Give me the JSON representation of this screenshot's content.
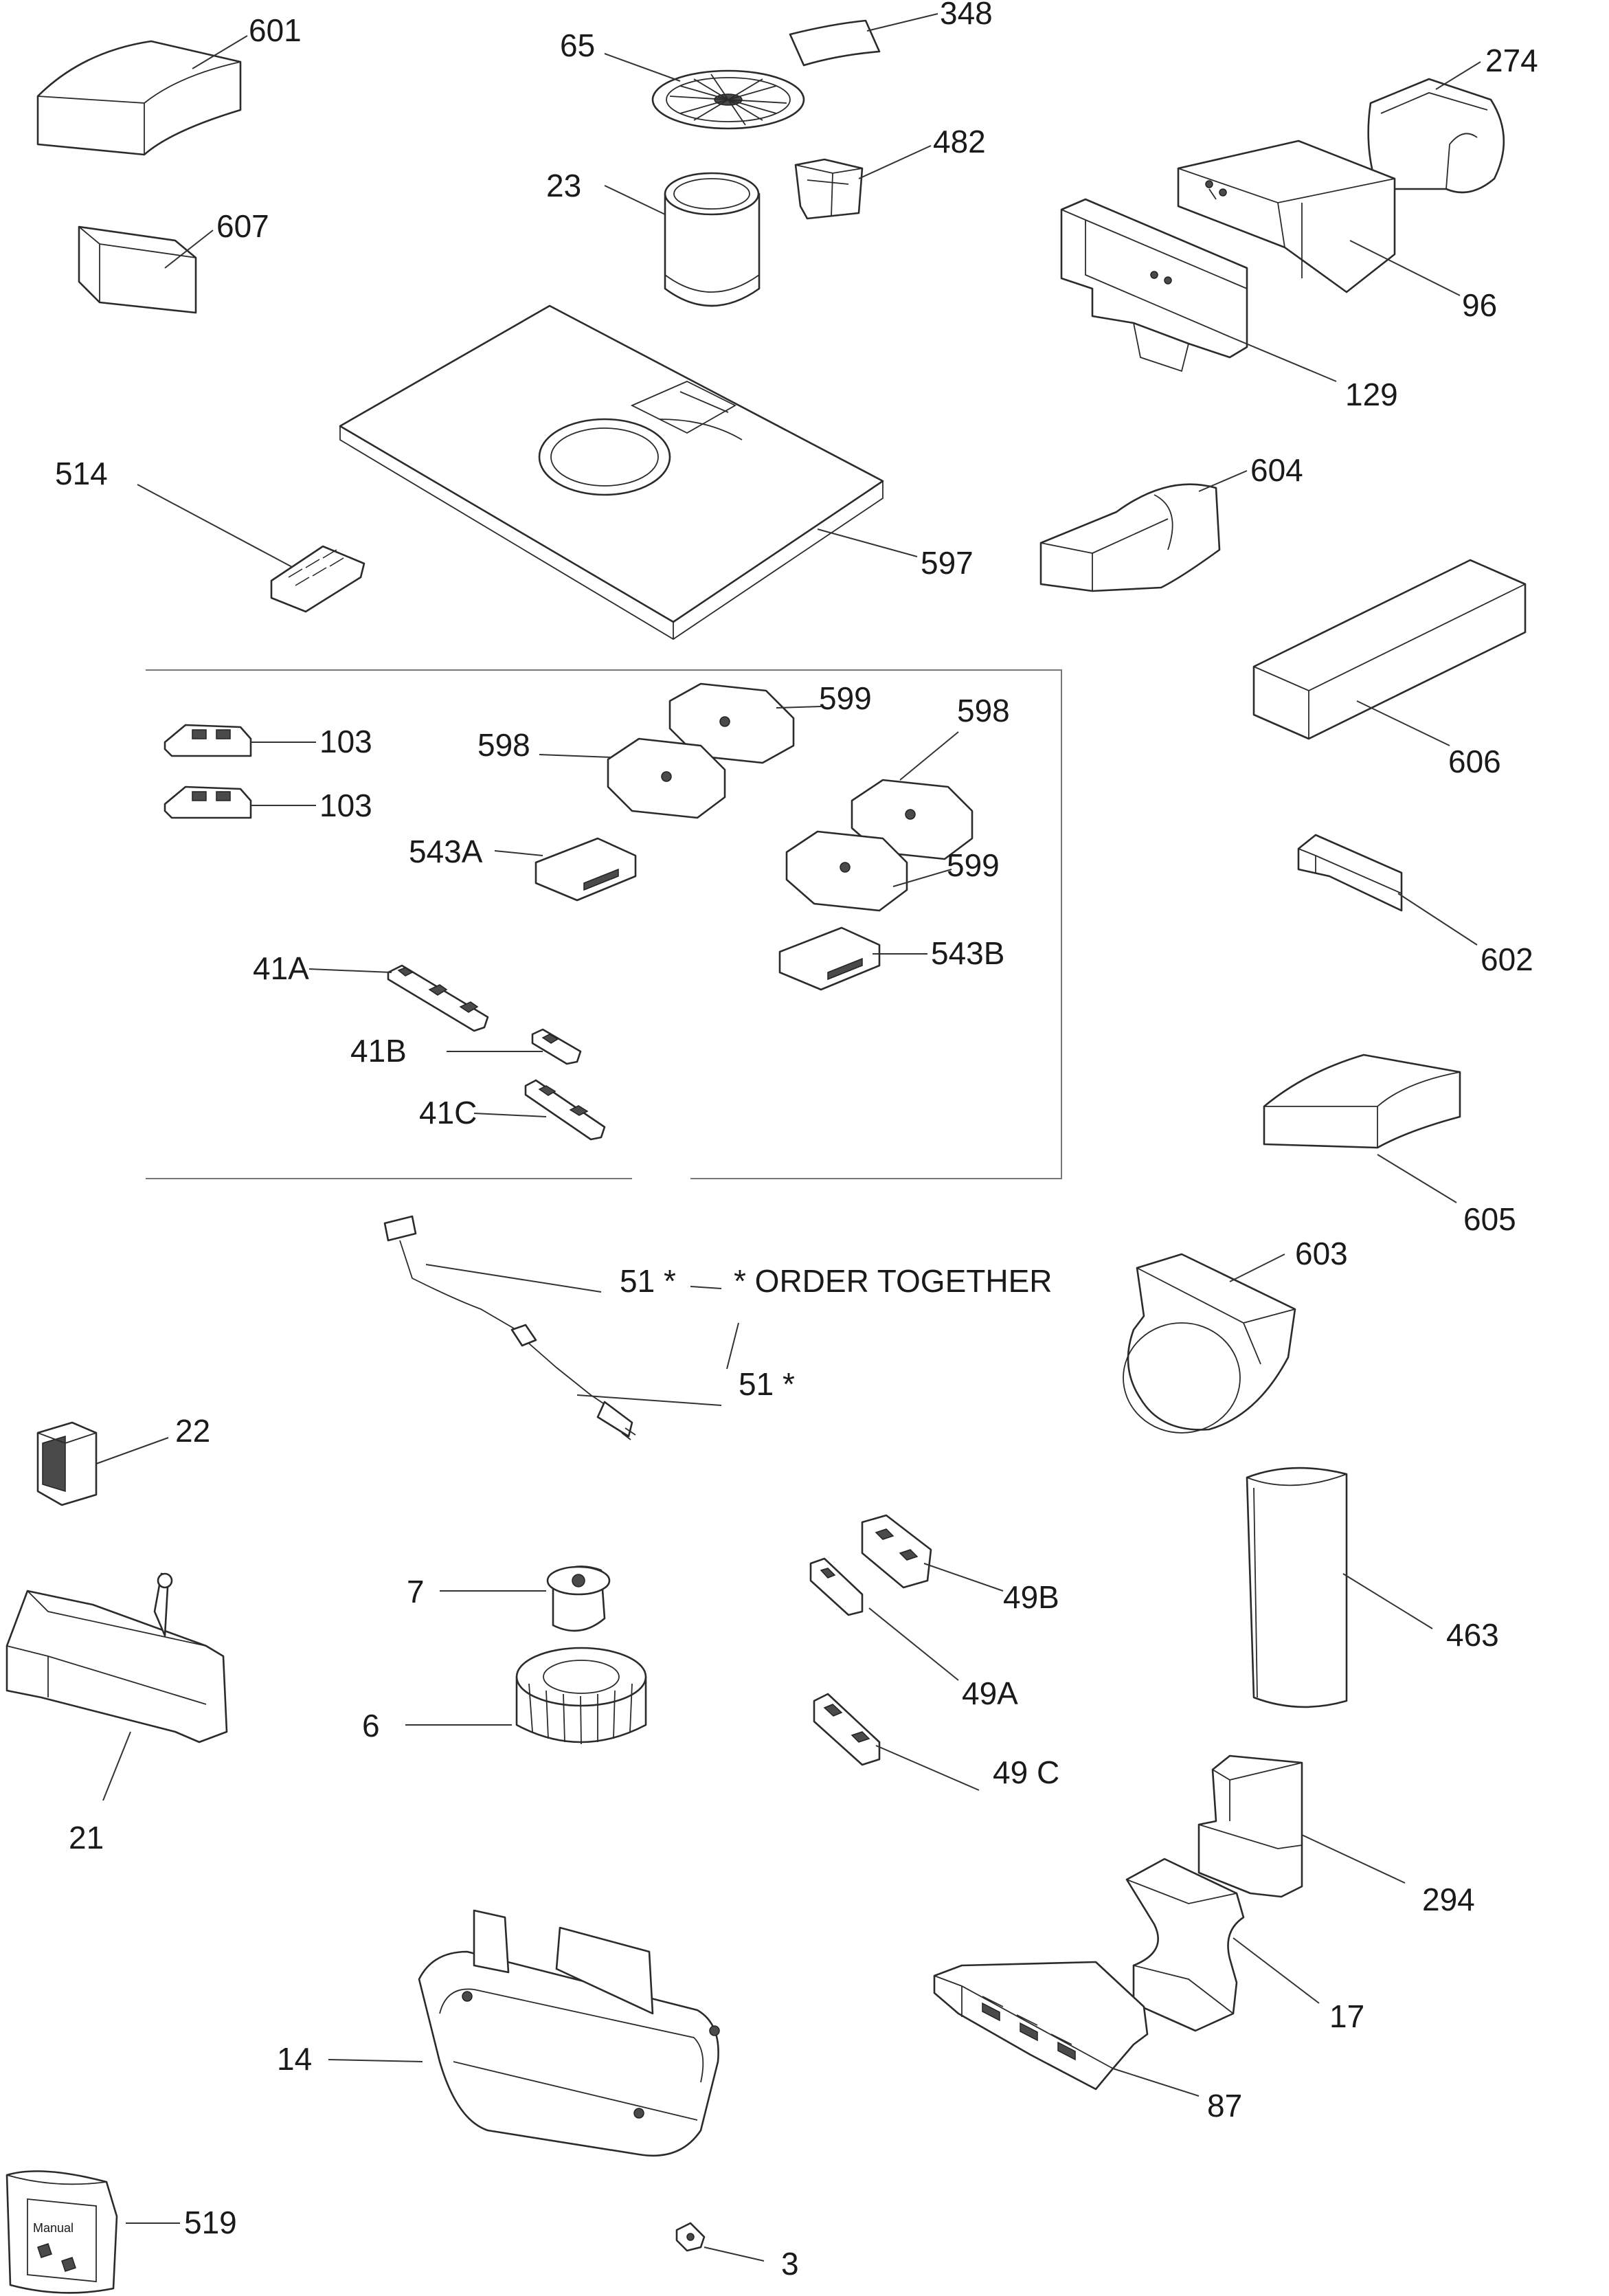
{
  "parts": {
    "p601": "601",
    "p607": "607",
    "p65": "65",
    "p348": "348",
    "p23": "23",
    "p482": "482",
    "p274": "274",
    "p96": "96",
    "p129": "129",
    "p514": "514",
    "p597": "597",
    "p604": "604",
    "p606": "606",
    "p103a": "103",
    "p103b": "103",
    "p599a": "599",
    "p598a": "598",
    "p598b": "598",
    "p599b": "599",
    "p543A": "543A",
    "p543B": "543B",
    "p41A": "41A",
    "p41B": "41B",
    "p41C": "41C",
    "p602": "602",
    "p605": "605",
    "p603": "603",
    "p51a": "51 *",
    "p51b": "51 *",
    "p22": "22",
    "p463": "463",
    "p7": "7",
    "p6": "6",
    "p49B": "49B",
    "p49A": "49A",
    "p49C": "49 C",
    "p21": "21",
    "p294": "294",
    "p17": "17",
    "p14": "14",
    "p87": "87",
    "p519": "519",
    "p3": "3"
  },
  "note": "* ORDER TOGETHER",
  "manual_text": "Manual"
}
